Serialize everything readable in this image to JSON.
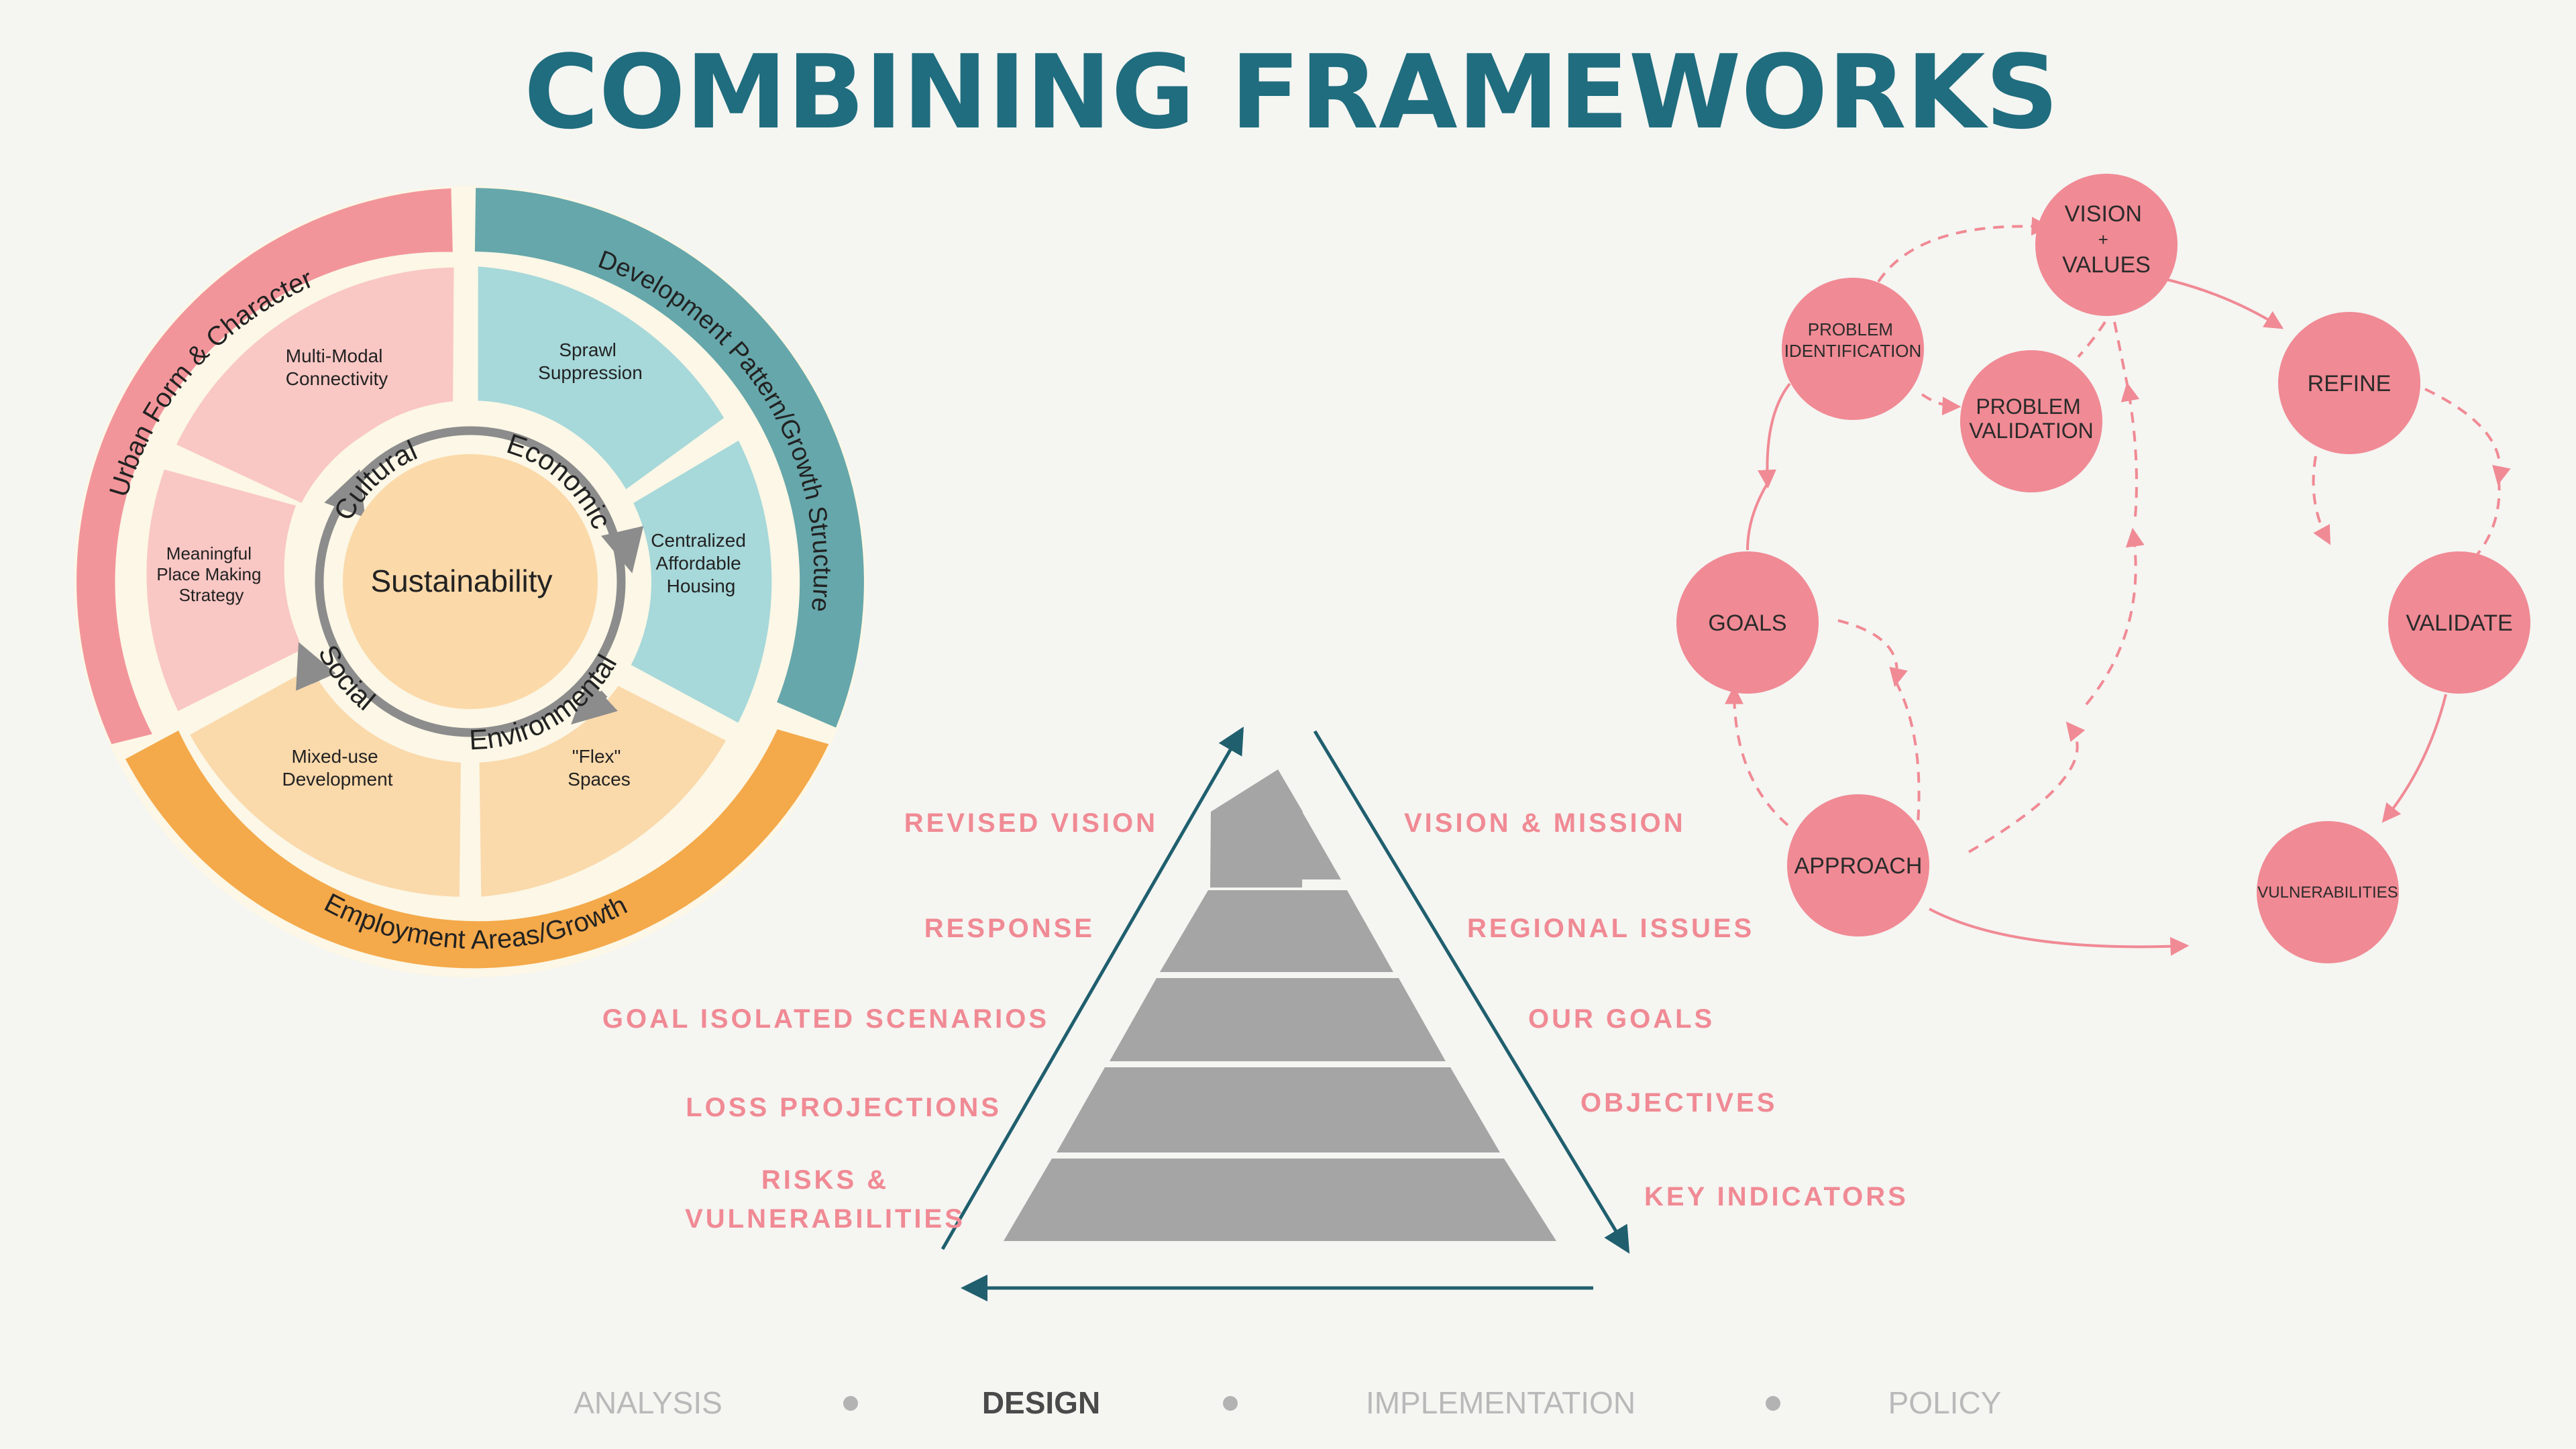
{
  "title": "COMBINING FRAMEWORKS",
  "wheel": {
    "center": "Sustainability",
    "ring_words": {
      "cultural": "Cultural",
      "economic": "Economic",
      "social": "Social",
      "environmental": "Environmental"
    },
    "segments": {
      "multimodal": [
        "Multi-Modal",
        "Connectivity"
      ],
      "sprawl": [
        "Sprawl",
        "Suppression"
      ],
      "centralized": [
        "Centralized",
        "Affordable",
        "Housing"
      ],
      "flex": [
        "\"Flex\"",
        "Spaces"
      ],
      "mixed": [
        "Mixed-use",
        "Development"
      ],
      "meaningful": [
        "Meaningful",
        "Place Making",
        "Strategy"
      ]
    },
    "outer_labels": {
      "urban": "Urban Form & Character",
      "development": "Development Pattern/Growth Structure",
      "employment": "Employment Areas/Growth"
    }
  },
  "pyramid": {
    "left_labels": [
      "REVISED VISION",
      "RESPONSE",
      "GOAL ISOLATED SCENARIOS",
      "LOSS PROJECTIONS",
      "RISKS &",
      "VULNERABILITIES"
    ],
    "right_labels": [
      "VISION & MISSION",
      "REGIONAL ISSUES",
      "OUR GOALS",
      "OBJECTIVES",
      "KEY INDICATORS"
    ]
  },
  "cycle": {
    "vision": [
      "VISION",
      "+",
      "VALUES"
    ],
    "problem_id": [
      "PROBLEM",
      "IDENTIFICATION"
    ],
    "problem_val": [
      "PROBLEM",
      "VALIDATION"
    ],
    "refine": "REFINE",
    "goals": "GOALS",
    "validate": "VALIDATE",
    "approach": "APPROACH",
    "vulnerabilities": "VULNERABILITIES"
  },
  "footer_nav": [
    {
      "label": "ANALYSIS",
      "active": false
    },
    {
      "label": "DESIGN",
      "active": true
    },
    {
      "label": "IMPLEMENTATION",
      "active": false
    },
    {
      "label": "POLICY",
      "active": false
    }
  ],
  "colors": {
    "title": "#1f6d7e",
    "pink": "#f0878e",
    "pink_light": "#f6b4b4",
    "teal": "#6aa9ad",
    "teal_light": "#a8d9dc",
    "orange": "#f4a94a",
    "peach": "#fad9ab",
    "pyramid": "#a5a5a5",
    "cycle_node": "#f08a94"
  }
}
